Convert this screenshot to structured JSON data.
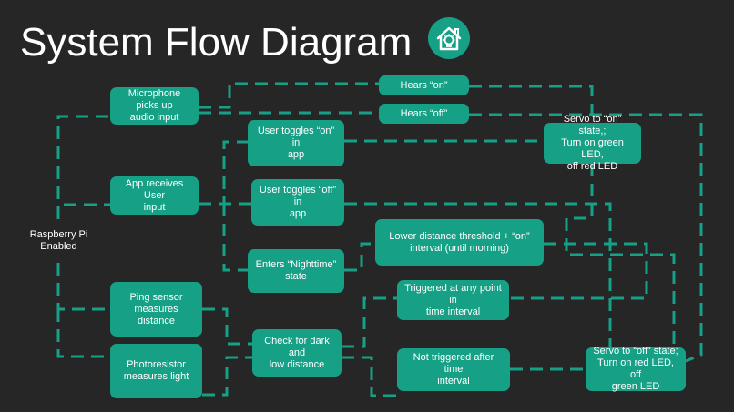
{
  "title": "System Flow Diagram",
  "logo_icon": "smart-home-icon",
  "colors": {
    "background": "#262626",
    "node_fill": "#16a085",
    "connector": "#16a085",
    "text": "#ffffff"
  },
  "nodes": {
    "raspberry_pi": "Raspberry Pi\nEnabled",
    "microphone": "Microphone picks up\naudio input",
    "app_receives": "App receives User\ninput",
    "ping_sensor": "Ping sensor\nmeasures distance",
    "photoresistor": "Photoresistor\nmeasures light",
    "hears_on": "Hears  “on”",
    "hears_off": "Hears  “off”",
    "user_on": "User toggles “on” in\napp",
    "user_off": "User toggles “off” in\napp",
    "nighttime": "Enters “Nighttime”\nstate",
    "check_dark": "Check for dark and\nlow distance",
    "lower_threshold": "Lower distance threshold + “on”\ninterval (until morning)",
    "triggered": "Triggered at any point in\ntime interval",
    "not_triggered": "Not triggered after time\ninterval",
    "servo_on": "Servo to “on” state,;\nTurn on green LED,\noff red LED",
    "servo_off": "Servo to “off” state;\nTurn on red LED, off\ngreen LED"
  }
}
